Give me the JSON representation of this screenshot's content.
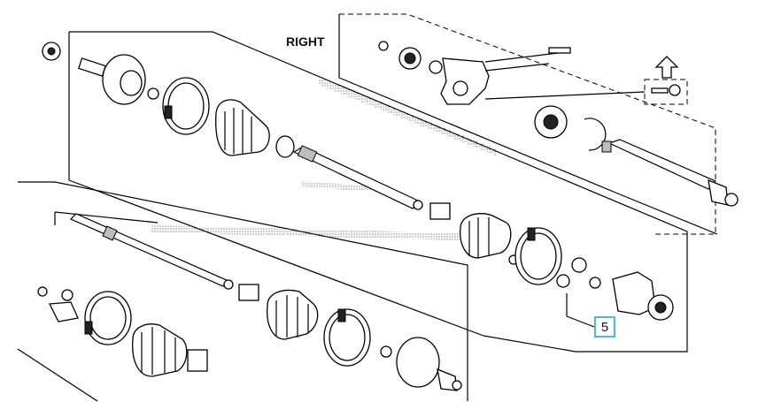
{
  "diagram": {
    "side_label": "RIGHT",
    "callouts": [
      {
        "id": "part-5",
        "label": "5"
      }
    ]
  }
}
